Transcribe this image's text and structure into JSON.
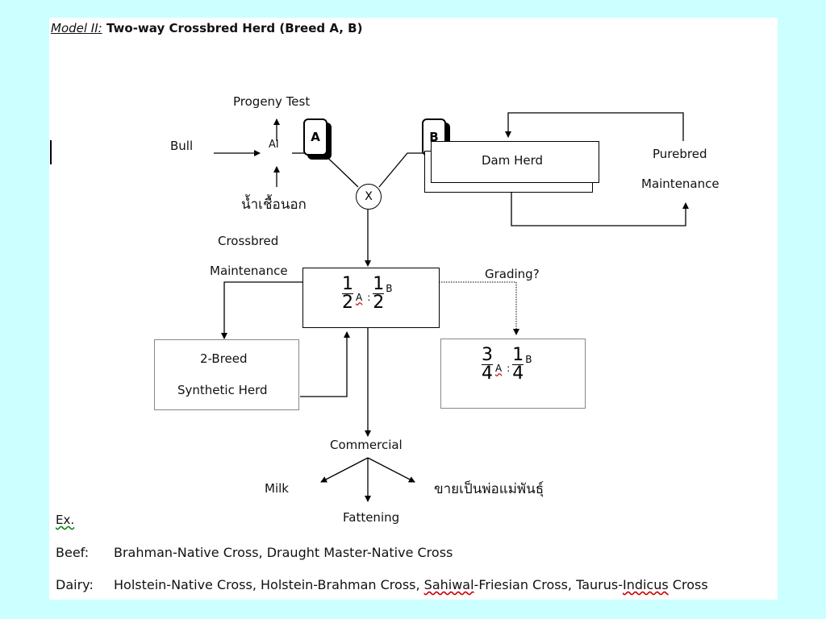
{
  "title": {
    "prefix": "Model II:",
    "text": "Two-way Crossbred Herd (Breed A, B)"
  },
  "labels": {
    "progeny_test": "Progeny Test",
    "bull": "Bull",
    "ai": "AI",
    "semen_thai": "น้ำเชื้อนอก",
    "breed_a": "A",
    "breed_b": "B",
    "cross_symbol": "X",
    "dam_herd": "Dam Herd",
    "purebred": "Purebred",
    "maintenance_right": "Maintenance",
    "crossbred": "Crossbred",
    "maintenance_left": "Maintenance",
    "grading": "Grading?",
    "synthetic_line1": "2-Breed",
    "synthetic_line2": "Synthetic Herd",
    "commercial": "Commercial",
    "milk": "Milk",
    "sell_thai": "ขายเป็นพ่อแม่พันธุ์",
    "fattening": "Fattening"
  },
  "fractions": {
    "half": {
      "num1": "1",
      "den1": "2",
      "sub": "A",
      "colon": ":",
      "num2": "1",
      "den2": "2",
      "sup": "B"
    },
    "quarter": {
      "num1": "3",
      "den1": "4",
      "sub": "A",
      "colon": ":",
      "num2": "1",
      "den2": "4",
      "sup": "B"
    }
  },
  "examples": {
    "heading": "Ex.",
    "beef_label": "Beef:",
    "beef_text": "Brahman-Native Cross, Draught Master-Native Cross",
    "dairy_label": "Dairy:",
    "dairy_text_1": "Holstein-Native Cross, Holstein-Brahman Cross, ",
    "dairy_text_sahiwal": "Sahiwal",
    "dairy_text_2": "-Friesian Cross, Taurus-",
    "dairy_text_indicus": "Indicus",
    "dairy_text_3": " Cross"
  }
}
